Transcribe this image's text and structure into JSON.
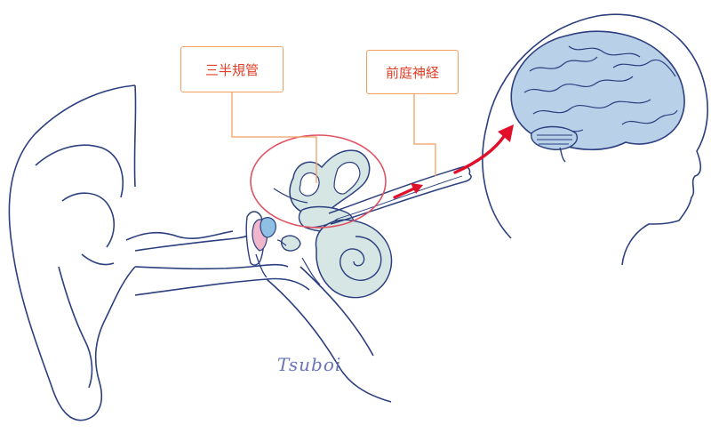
{
  "labels": {
    "semicircular_canals": "三半規管",
    "vestibular_nerve": "前庭神経"
  },
  "signature": "Tsuboi",
  "colors": {
    "outline": "#2c3f7f",
    "label_border": "#f0a060",
    "label_text": "#e04028",
    "highlight_circle": "#e05060",
    "arrow": "#e0102a",
    "organ_fill": "#d6e6e4",
    "brain_fill": "#b8d0e8",
    "ossicle_pink": "#f0b6cc",
    "ossicle_blue": "#8fc0e4"
  }
}
